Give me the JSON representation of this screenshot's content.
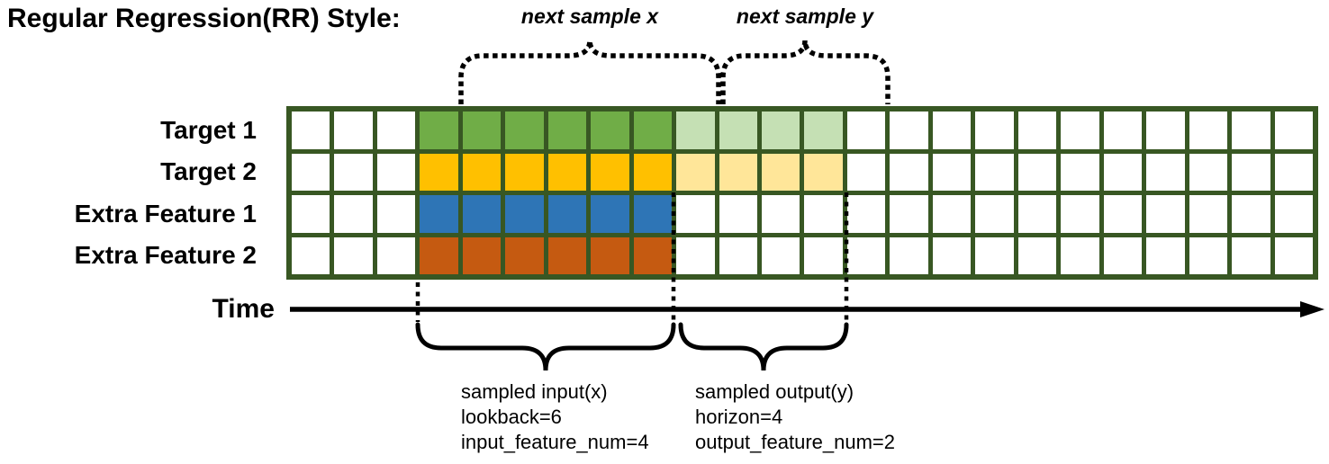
{
  "title": "Regular Regression(RR) Style:",
  "brace_labels": {
    "next_sample_x": "next sample x",
    "next_sample_y": "next sample y"
  },
  "rows": [
    {
      "label": "Target 1",
      "input_color": "#70AD47",
      "output_color": "#C5E0B4",
      "has_output": true
    },
    {
      "label": "Target 2",
      "input_color": "#FFC000",
      "output_color": "#FFE699",
      "has_output": true
    },
    {
      "label": "Extra Feature 1",
      "input_color": "#2E75B6",
      "output_color": null,
      "has_output": false
    },
    {
      "label": "Extra Feature 2",
      "input_color": "#C55A11",
      "output_color": null,
      "has_output": false
    }
  ],
  "grid": {
    "total_columns": 24,
    "lead_in_columns": 3,
    "lookback": 6,
    "horizon": 4,
    "border_color": "#385723",
    "empty_color": "#FFFFFF"
  },
  "time_axis": {
    "label": "Time"
  },
  "input_annotation": {
    "line1": "sampled input(x)",
    "line2": "lookback=6",
    "line3": "input_feature_num=4"
  },
  "output_annotation": {
    "line1": "sampled output(y)",
    "line2": "horizon=4",
    "line3": "output_feature_num=2"
  }
}
